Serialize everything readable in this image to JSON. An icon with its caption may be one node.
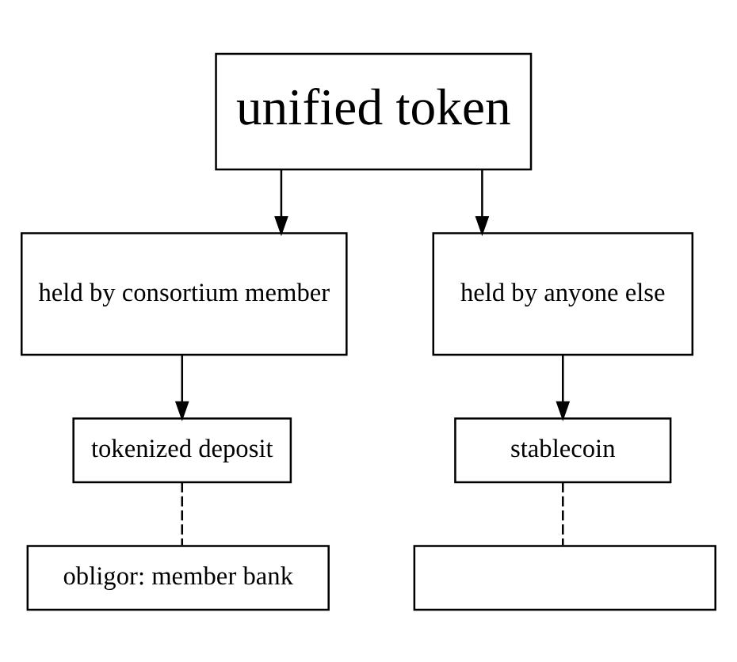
{
  "diagram": {
    "nodes": [
      {
        "text": [
          "unified token"
        ]
      },
      {
        "text": [
          "held by consortium member"
        ]
      },
      {
        "text": [
          "held by anyone else"
        ]
      },
      {
        "text": [
          "tokenized deposit"
        ]
      },
      {
        "text": [
          "stablecoin"
        ]
      },
      {
        "text": [
          "obligor: member bank"
        ]
      },
      {
        "text": [],
        "shape": "box"
      }
    ],
    "edges": [
      {
        "from": 0,
        "to": 1,
        "arrow": "to"
      },
      {
        "from": 0,
        "to": 2,
        "arrow": "to"
      },
      {
        "from": 1,
        "to": 3,
        "arrow": "to"
      },
      {
        "from": 2,
        "to": 4,
        "arrow": "to"
      },
      {
        "from": 3,
        "to": 5,
        "arrow": "none",
        "style": "dashed"
      },
      {
        "from": 4,
        "to": 6,
        "arrow": "none",
        "style": "dashed"
      }
    ]
  }
}
